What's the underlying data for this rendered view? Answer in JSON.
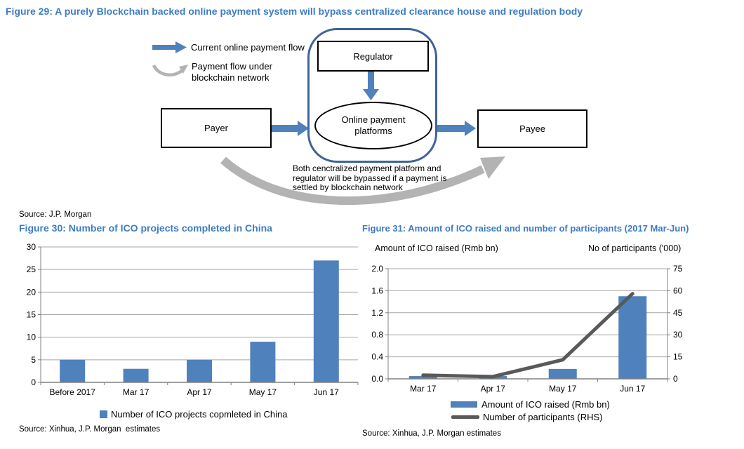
{
  "figure29": {
    "title": "Figure 29: A purely Blockchain backed online payment system will bypass centralized clearance house and regulation body",
    "legend": {
      "current_flow": "Current online payment flow",
      "blockchain_flow_line1": "Payment flow under",
      "blockchain_flow_line2": "blockchain network"
    },
    "nodes": {
      "payer": "Payer",
      "regulator": "Regulator",
      "platform_line1": "Online payment",
      "platform_line2": "platforms",
      "payee": "Payee"
    },
    "caption_line1": "Both cenctralized payment platform and",
    "caption_line2": "regulator will be bypassed if a payment is",
    "caption_line3": "settled by blockchain network",
    "source": "Source: J.P. Morgan"
  },
  "figure30": {
    "title": "Figure 30: Number of ICO projects completed in China",
    "legend": "Number of ICO projects copmleted in China",
    "source": "Source: Xinhua, J.P. Morgan  estimates"
  },
  "figure31": {
    "title": "Figure 31: Amount of ICO raised and number of participants (2017 Mar-Jun)",
    "left_axis_title": "Amount of ICO raised (Rmb bn)",
    "right_axis_title": "No of participants ('000)",
    "legend_bar": "Amount of ICO raised (Rmb bn)",
    "legend_line": "Number of participants (RHS)",
    "source": "Source: Xinhua, J.P. Morgan estimates"
  },
  "colors": {
    "title_blue": "#3d7cc4",
    "bar_blue": "#4f81bd",
    "arrow_blue": "#4f81bd",
    "container_blue": "#3f639b",
    "line_gray": "#595959",
    "swoosh_gray": "#b3b3b3",
    "grid_gray": "#a6a6a6",
    "axis_gray": "#808080"
  },
  "chart_data": [
    {
      "id": "fig30",
      "type": "bar",
      "title": "Figure 30: Number of ICO projects completed in China",
      "categories": [
        "Before 2017",
        "Mar 17",
        "Apr 17",
        "May 17",
        "Jun 17"
      ],
      "values": [
        5,
        3,
        5,
        9,
        27
      ],
      "xlabel": "",
      "ylabel": "",
      "ylim": [
        0,
        30
      ],
      "yticks": [
        0,
        5,
        10,
        15,
        20,
        25,
        30
      ],
      "grid": true,
      "legend": [
        "Number of ICO projects copmleted in China"
      ],
      "legend_position": "bottom"
    },
    {
      "id": "fig31",
      "type": "bar+line",
      "title": "Figure 31: Amount of ICO raised and number of participants (2017 Mar-Jun)",
      "categories": [
        "Mar 17",
        "Apr 17",
        "May 17",
        "Jun 17"
      ],
      "series": [
        {
          "name": "Amount of ICO raised (Rmb bn)",
          "type": "bar",
          "axis": "left",
          "values": [
            0.05,
            0.05,
            0.18,
            1.5
          ]
        },
        {
          "name": "Number of participants (RHS)",
          "type": "line",
          "axis": "right",
          "values": [
            2.5,
            1.5,
            13,
            58
          ]
        }
      ],
      "xlabel": "",
      "ylabel": "Amount of ICO raised (Rmb bn)",
      "y2label": "No of participants ('000)",
      "ylim": [
        0,
        2.0
      ],
      "yticks": [
        0,
        0.4,
        0.8,
        1.2,
        1.6,
        2.0
      ],
      "y2lim": [
        0,
        75
      ],
      "y2ticks": [
        0,
        15,
        30,
        45,
        60,
        75
      ],
      "grid": true,
      "legend_position": "bottom"
    }
  ]
}
